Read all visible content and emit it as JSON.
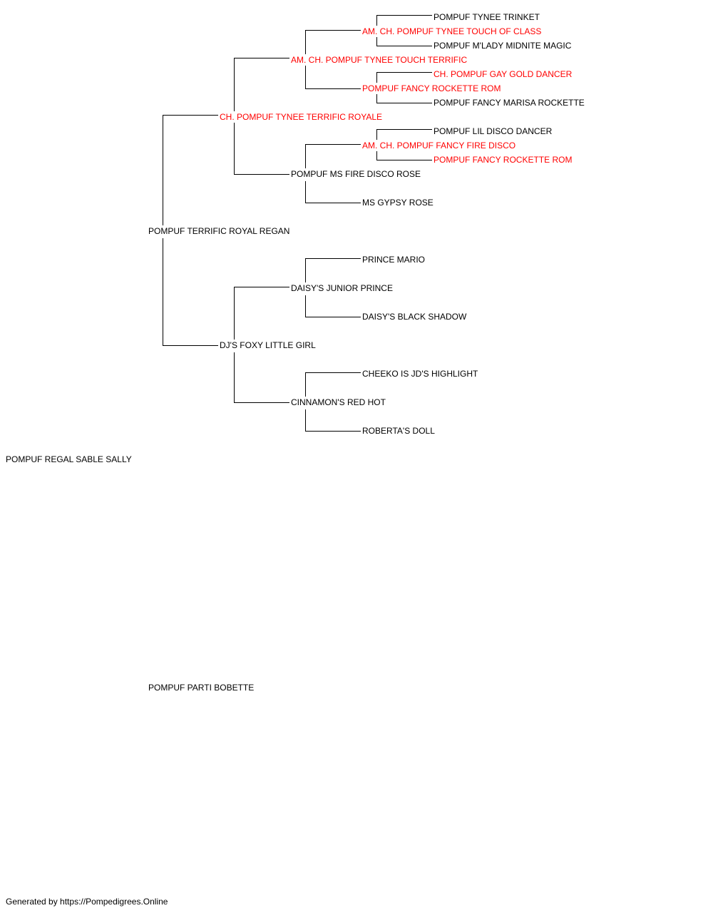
{
  "colors": {
    "titled": "#ff0000",
    "normal": "#000000",
    "lines": "#000000"
  },
  "pedigree": {
    "subject": {
      "name": "POMPUF REGAL SABLE SALLY",
      "titled": false
    },
    "sire": {
      "name": "POMPUF TERRIFIC ROYAL REGAN",
      "titled": false
    },
    "dam": {
      "name": "POMPUF PARTI BOBETTE",
      "titled": false
    },
    "sire_sire": {
      "name": "CH. POMPUF TYNEE TERRIFIC ROYALE",
      "titled": true
    },
    "sire_dam": {
      "name": "DJ'S FOXY LITTLE GIRL",
      "titled": false
    },
    "sire_sire_sire": {
      "name": "AM. CH. POMPUF TYNEE TOUCH TERRIFIC",
      "titled": true
    },
    "sire_sire_dam": {
      "name": "POMPUF MS FIRE DISCO ROSE",
      "titled": false
    },
    "sire_dam_sire": {
      "name": "DAISY'S JUNIOR PRINCE",
      "titled": false
    },
    "sire_dam_dam": {
      "name": "CINNAMON'S RED HOT",
      "titled": false
    },
    "sss_sire": {
      "name": "AM. CH. POMPUF TYNEE TOUCH OF CLASS",
      "titled": true
    },
    "sss_dam": {
      "name": "POMPUF FANCY ROCKETTE ROM",
      "titled": true
    },
    "ssd_sire": {
      "name": "AM. CH. POMPUF FANCY FIRE DISCO",
      "titled": true
    },
    "ssd_dam": {
      "name": "MS GYPSY ROSE",
      "titled": false
    },
    "sds_sire": {
      "name": "PRINCE MARIO",
      "titled": false
    },
    "sds_dam": {
      "name": "DAISY'S BLACK SHADOW",
      "titled": false
    },
    "sdd_sire": {
      "name": "CHEEKO IS JD'S HIGHLIGHT",
      "titled": false
    },
    "sdd_dam": {
      "name": "ROBERTA'S DOLL",
      "titled": false
    },
    "ssss_sire": {
      "name": "POMPUF TYNEE TRINKET",
      "titled": false
    },
    "ssss_dam": {
      "name": "POMPUF M'LADY MIDNITE MAGIC",
      "titled": false
    },
    "sssd_sire": {
      "name": "CH. POMPUF GAY GOLD DANCER",
      "titled": true
    },
    "sssd_dam": {
      "name": "POMPUF FANCY MARISA ROCKETTE",
      "titled": false
    },
    "ssds_sire": {
      "name": "POMPUF LIL DISCO DANCER",
      "titled": false
    },
    "ssds_dam": {
      "name": "POMPUF FANCY ROCKETTE ROM",
      "titled": true
    }
  },
  "footer": "Generated by https://Pompedigrees.Online"
}
